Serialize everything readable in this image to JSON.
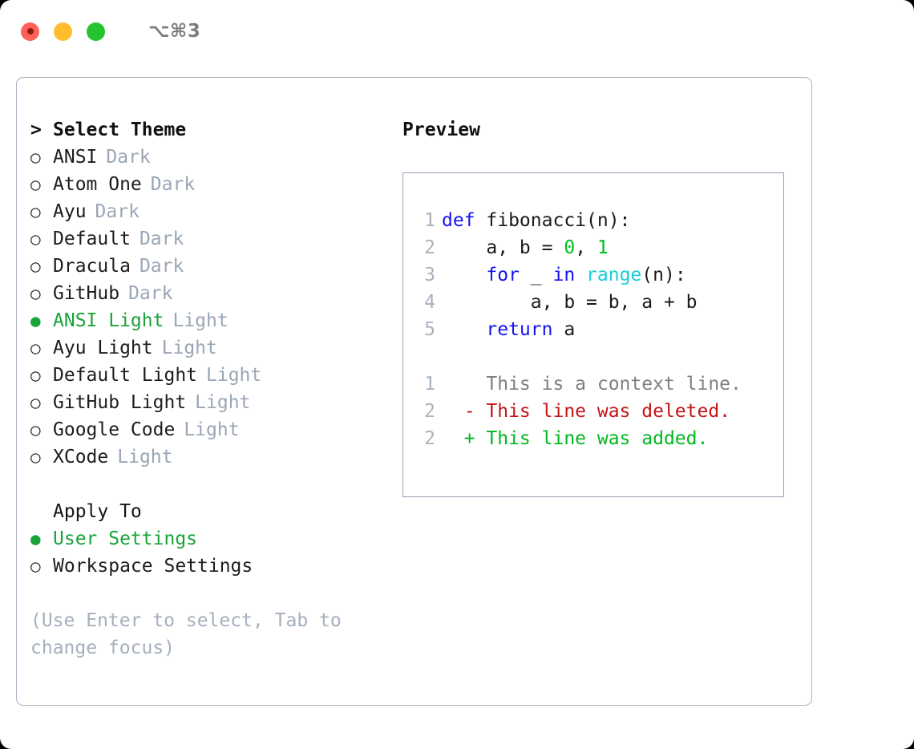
{
  "titlebar": {
    "shortcut": "⌥⌘3",
    "buttons": [
      {
        "name": "close",
        "color": "#ff6159"
      },
      {
        "name": "minimize",
        "color": "#ffbd2e"
      },
      {
        "name": "maximize",
        "color": "#25c330"
      }
    ]
  },
  "theme_list": {
    "heading": "Select Theme",
    "caret": ">",
    "bullet_selected": "●",
    "bullet_unselected": "○",
    "items": [
      {
        "label": "ANSI",
        "tag": "Dark",
        "selected": false
      },
      {
        "label": "Atom One",
        "tag": "Dark",
        "selected": false
      },
      {
        "label": "Ayu",
        "tag": "Dark",
        "selected": false
      },
      {
        "label": "Default",
        "tag": "Dark",
        "selected": false
      },
      {
        "label": "Dracula",
        "tag": "Dark",
        "selected": false
      },
      {
        "label": "GitHub",
        "tag": "Dark",
        "selected": false
      },
      {
        "label": "ANSI Light",
        "tag": "Light",
        "selected": true
      },
      {
        "label": "Ayu Light",
        "tag": "Light",
        "selected": false
      },
      {
        "label": "Default Light",
        "tag": "Light",
        "selected": false
      },
      {
        "label": "GitHub Light",
        "tag": "Light",
        "selected": false
      },
      {
        "label": "Google Code",
        "tag": "Light",
        "selected": false
      },
      {
        "label": "XCode",
        "tag": "Light",
        "selected": false
      }
    ]
  },
  "apply_to": {
    "heading": "Apply To",
    "options": [
      {
        "label": "User Settings",
        "selected": true
      },
      {
        "label": "Workspace Settings",
        "selected": false
      }
    ]
  },
  "hint": "(Use Enter to select, Tab to change focus)",
  "preview": {
    "title": "Preview",
    "code": [
      {
        "n": "1",
        "tokens": [
          {
            "t": "def ",
            "c": "kw"
          },
          {
            "t": "fibonacci(n):",
            "c": ""
          }
        ]
      },
      {
        "n": "2",
        "tokens": [
          {
            "t": "    a, b = ",
            "c": ""
          },
          {
            "t": "0",
            "c": "num"
          },
          {
            "t": ", ",
            "c": ""
          },
          {
            "t": "1",
            "c": "num"
          }
        ]
      },
      {
        "n": "3",
        "tokens": [
          {
            "t": "    ",
            "c": ""
          },
          {
            "t": "for",
            "c": "kw"
          },
          {
            "t": " _ ",
            "c": ""
          },
          {
            "t": "in",
            "c": "kw"
          },
          {
            "t": " ",
            "c": ""
          },
          {
            "t": "range",
            "c": "fn"
          },
          {
            "t": "(n):",
            "c": ""
          }
        ]
      },
      {
        "n": "4",
        "tokens": [
          {
            "t": "        a, b = b, a + b",
            "c": ""
          }
        ]
      },
      {
        "n": "5",
        "tokens": [
          {
            "t": "    ",
            "c": ""
          },
          {
            "t": "return",
            "c": "kw"
          },
          {
            "t": " a",
            "c": ""
          }
        ]
      }
    ],
    "diff": [
      {
        "n": "1",
        "marker": " ",
        "text": " This is a context line.",
        "kind": "ctx"
      },
      {
        "n": "2",
        "marker": "-",
        "text": " This line was deleted.",
        "kind": "del"
      },
      {
        "n": "2",
        "marker": "+",
        "text": " This line was added.",
        "kind": "add"
      }
    ]
  },
  "colors": {
    "accent_green": "#19a33a",
    "tag_gray": "#9aa6b6",
    "border": "#a9b4c4",
    "preview_border": "#94a1b4",
    "keyword_blue": "#1414ee",
    "function_cyan": "#16cfd8",
    "number_green": "#00bf1e",
    "diff_delete_red": "#c21515",
    "diff_add_green": "#00b81e",
    "line_number_gray": "#a9b2be"
  }
}
